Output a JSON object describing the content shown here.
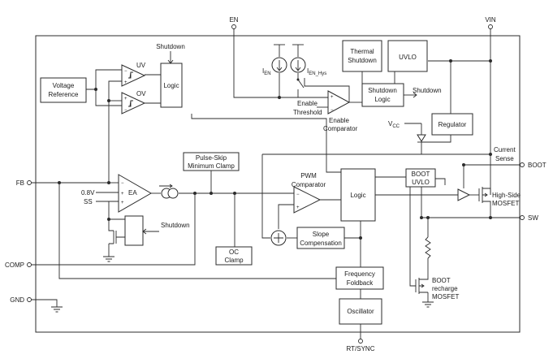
{
  "pins": {
    "en": "EN",
    "vin": "VIN",
    "fb": "FB",
    "comp": "COMP",
    "gnd": "GND",
    "boot": "BOOT",
    "sw": "SW",
    "rt_sync": "RT/SYNC"
  },
  "blocks": {
    "voltage_reference": [
      "Voltage",
      "Reference"
    ],
    "logic_top": "Logic",
    "shutdown_top": "Shutdown",
    "uv": "UV",
    "ov": "OV",
    "thermal_shutdown": [
      "Thermal",
      "Shutdown"
    ],
    "uvlo": "UVLO",
    "shutdown_logic": [
      "Shutdown",
      "Logic"
    ],
    "shutdown_out": "Shutdown",
    "regulator": "Regulator",
    "enable_threshold": [
      "Enable",
      "Threshold"
    ],
    "enable_comparator": [
      "Enable",
      "Comparator"
    ],
    "vcc": "V",
    "vcc_sub": "CC",
    "i_en": "I",
    "i_en_sub": "EN",
    "i_en_hys": "I",
    "i_en_hys_sub": "EN_Hys",
    "pulse_skip": [
      "Pulse-Skip",
      "Minimum Clamp"
    ],
    "pwm_comparator": [
      "PWM",
      "Comparator"
    ],
    "logic_main": "Logic",
    "boot_uvlo": [
      "BOOT",
      "UVLO"
    ],
    "current_sense": [
      "Current",
      "Sense"
    ],
    "high_side": [
      "High-Side",
      "MOSFET"
    ],
    "ea": "EA",
    "ref_08v": "0.8V",
    "ss": "SS",
    "shutdown_ea": "Shutdown",
    "oc_clamp": [
      "OC",
      "Clamp"
    ],
    "slope_comp": [
      "Slope",
      "Compensation"
    ],
    "freq_foldback": [
      "Frequency",
      "Foldback"
    ],
    "oscillator": "Oscillator",
    "boot_recharge": [
      "BOOT",
      "recharge",
      "MOSFET"
    ]
  }
}
